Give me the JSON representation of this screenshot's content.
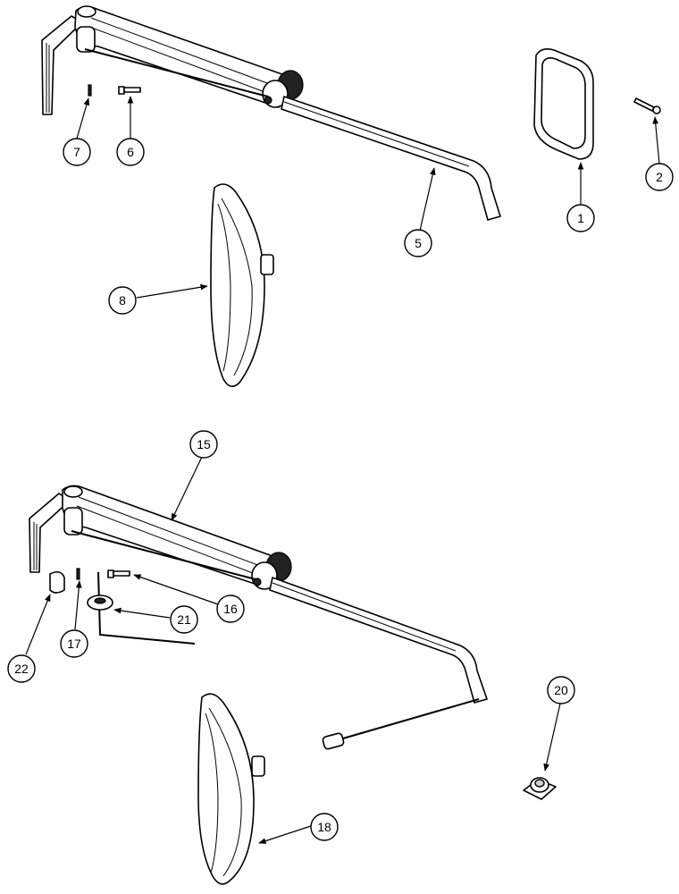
{
  "callouts": [
    {
      "id": "c1",
      "label": "1"
    },
    {
      "id": "c2",
      "label": "2"
    },
    {
      "id": "c5",
      "label": "5"
    },
    {
      "id": "c6",
      "label": "6"
    },
    {
      "id": "c7",
      "label": "7"
    },
    {
      "id": "c8",
      "label": "8"
    },
    {
      "id": "c15",
      "label": "15"
    },
    {
      "id": "c16",
      "label": "16"
    },
    {
      "id": "c17",
      "label": "17"
    },
    {
      "id": "c18",
      "label": "18"
    },
    {
      "id": "c20",
      "label": "20"
    },
    {
      "id": "c21",
      "label": "21"
    },
    {
      "id": "c22",
      "label": "22"
    }
  ]
}
